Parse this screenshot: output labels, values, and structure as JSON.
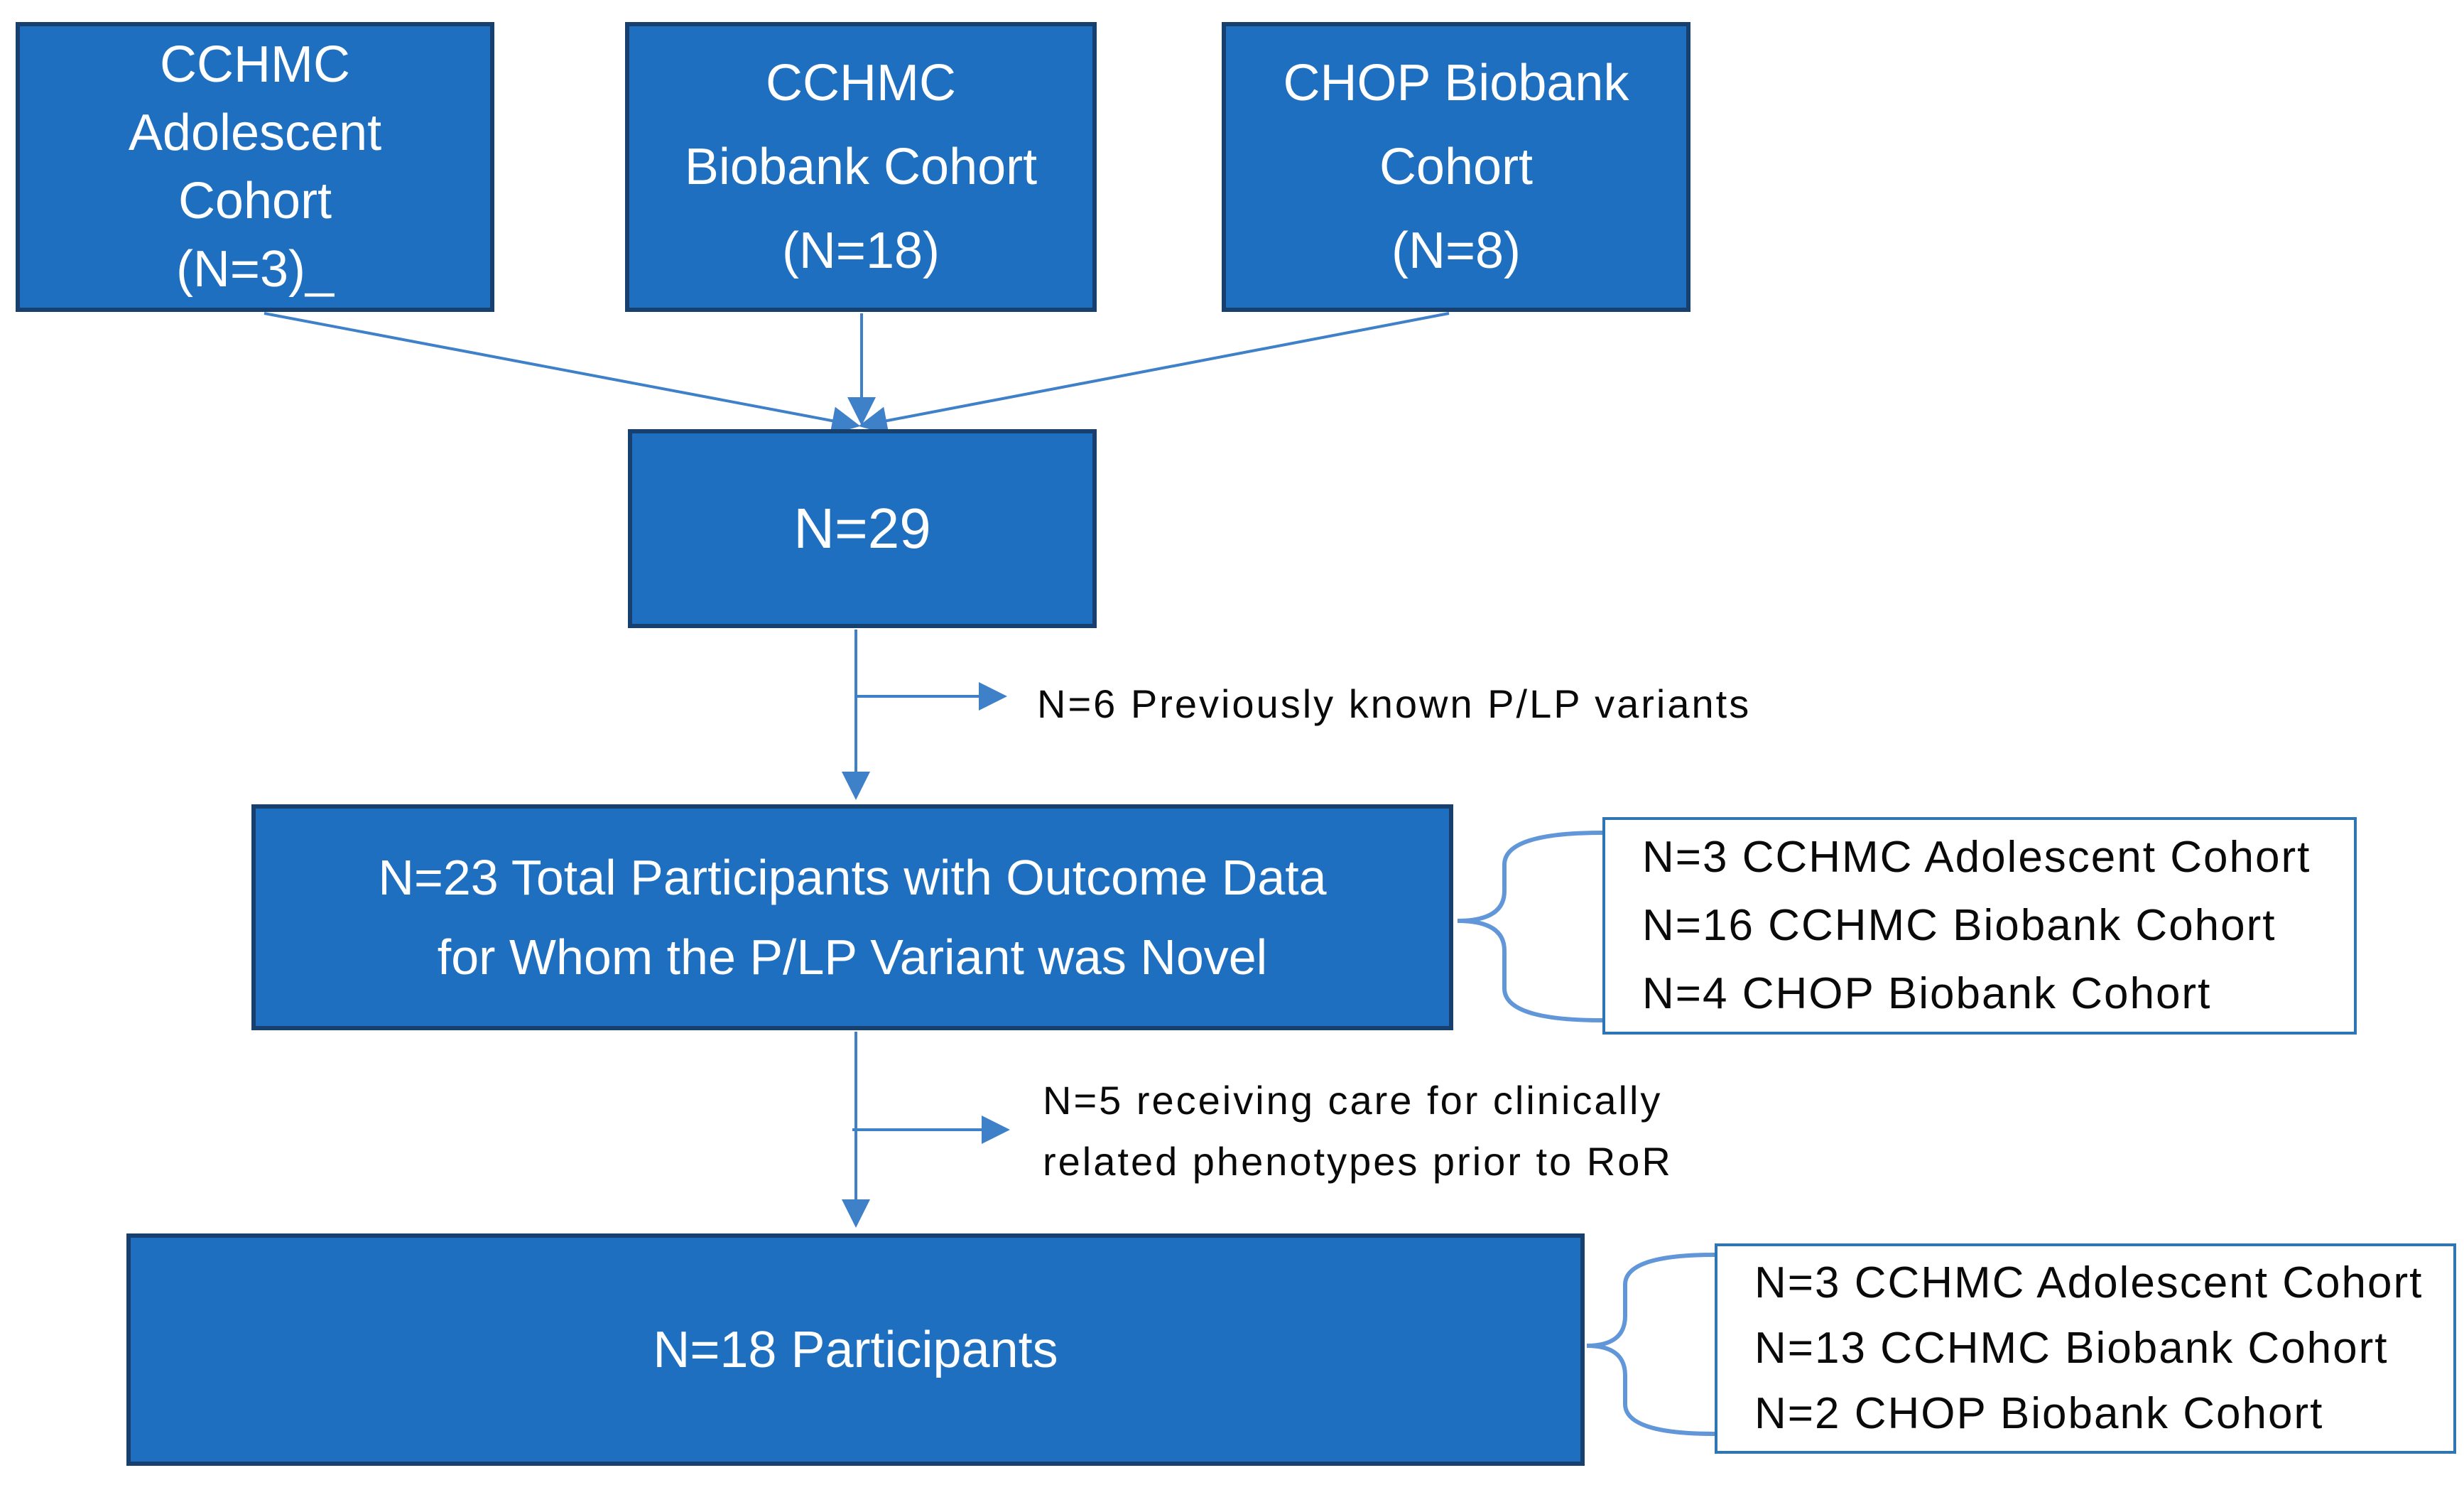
{
  "figure": {
    "background": "#ffffff",
    "colors": {
      "box_fill": "#1e6fc0",
      "box_border": "#17406e",
      "side_box_border": "#2e75b6",
      "connector": "#3f81c9",
      "brace": "#6197d8",
      "box_text": "#ffffff",
      "label_text": "#0a0a0a"
    },
    "nodes": {
      "cohort_1": {
        "lines": [
          "CCHMC",
          "Adolescent",
          "Cohort",
          "(N=3)_"
        ]
      },
      "cohort_2": {
        "lines": [
          "CCHMC",
          "Biobank Cohort",
          "(N=18)"
        ]
      },
      "cohort_3": {
        "lines": [
          "CHOP Biobank",
          "Cohort",
          "(N=8)"
        ]
      },
      "merged": {
        "label": "N=29"
      },
      "outcome": {
        "lines": [
          "N=23 Total Participants with Outcome Data",
          "for Whom the P/LP Variant was Novel"
        ]
      },
      "final": {
        "label": "N=18 Participants"
      }
    },
    "exclusions": {
      "known_variants": {
        "lines": [
          "N=6 Previously known P/LP variants"
        ]
      },
      "receiving_care": {
        "lines": [
          "N=5 receiving care for clinically",
          "related phenotypes prior to RoR"
        ]
      }
    },
    "breakdowns": {
      "outcome": {
        "lines": [
          "N=3 CCHMC Adolescent Cohort",
          "N=16 CCHMC Biobank Cohort",
          "N=4 CHOP Biobank Cohort"
        ]
      },
      "final": {
        "lines": [
          "N=3 CCHMC Adolescent Cohort",
          "N=13 CCHMC Biobank Cohort",
          "N=2 CHOP Biobank Cohort"
        ]
      }
    }
  }
}
